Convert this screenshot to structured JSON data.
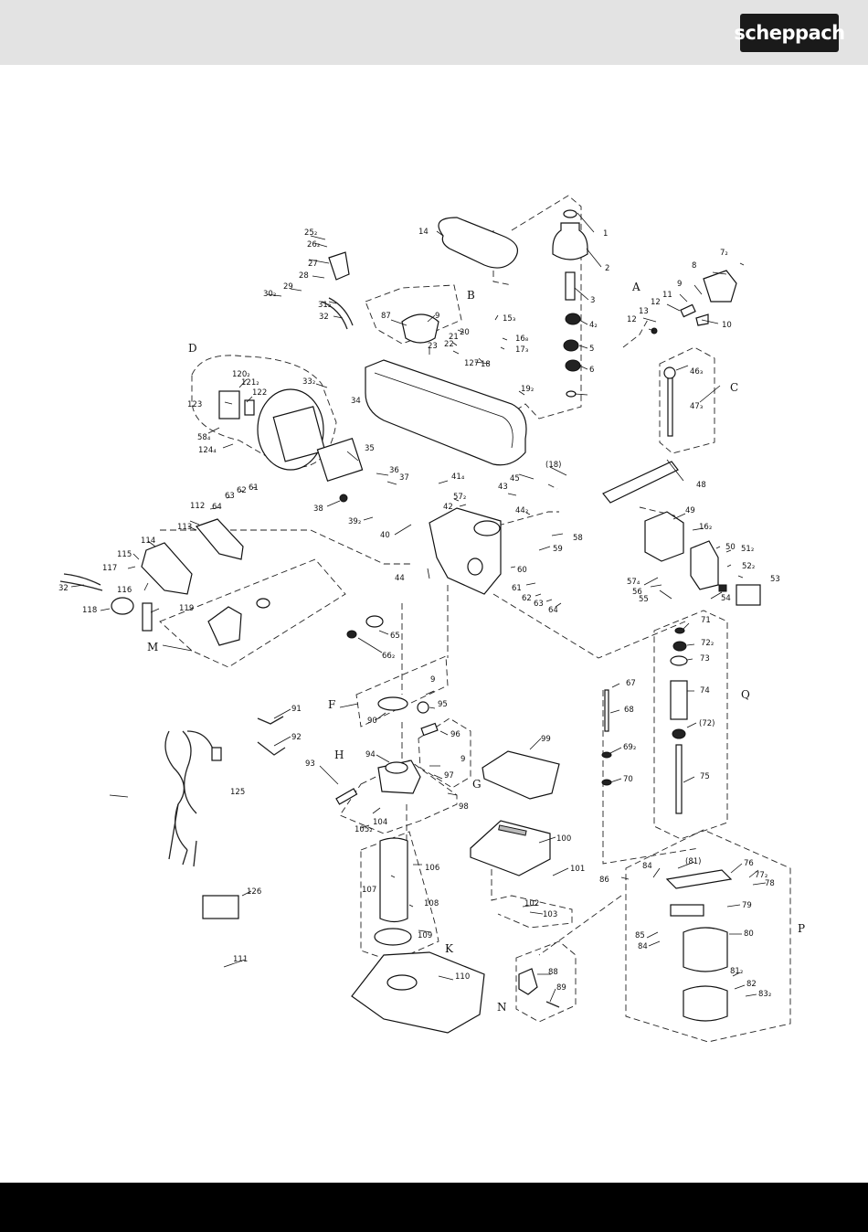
{
  "header": {
    "brand": "scheppach"
  },
  "diagram": {
    "groups": {
      "A": "A",
      "B": "B",
      "C": "C",
      "D": "D",
      "F": "F",
      "G": "G",
      "H": "H",
      "K": "K",
      "M": "M",
      "N": "N",
      "P": "P",
      "Q": "Q"
    },
    "labels": {
      "p1": "1",
      "p2": "2",
      "p3": "3",
      "p4": "4₂",
      "p5": "5",
      "p6": "6",
      "p7": "7₂",
      "p8": "8",
      "p9": "9",
      "p10": "10",
      "p11": "11",
      "p12a": "12",
      "p12b": "12",
      "p13": "13",
      "p14": "14",
      "p15": "15₃",
      "p16a": "16₈",
      "p17": "17₃",
      "p18": "18",
      "p19": "19₂",
      "p20": "20",
      "p21": "21",
      "p22": "22",
      "p23": "23",
      "p25": "25₂",
      "p26": "26₂",
      "p27": "27",
      "p28": "28",
      "p29": "29",
      "p30": "30₂",
      "p31": "31₂",
      "p32a": "32",
      "p33": "33₂",
      "p34": "34",
      "p35": "35",
      "p36": "36",
      "p37": "37",
      "p38": "38",
      "p39": "39₂",
      "p40": "40",
      "p41": "41₄",
      "p42": "42",
      "p43": "43",
      "p44a": "44₂",
      "p44b": "44",
      "p45": "45",
      "p18b": "(18)",
      "p46": "46₃",
      "p47": "47₃",
      "p48": "48",
      "p49": "49",
      "p16b": "16₂",
      "p50": "50",
      "p51": "51₂",
      "p52": "52₂",
      "p53": "53",
      "p54": "54",
      "p55": "55",
      "p56": "56",
      "p57a": "57₂",
      "p57b": "57₄",
      "p58": "58",
      "p59": "59",
      "p60": "60",
      "p61a": "61",
      "p62a": "62",
      "p63a": "63",
      "p64a": "64",
      "p58b": "58₄",
      "p124": "124₄",
      "p120": "120₂",
      "p121": "121₂",
      "p122": "122",
      "p123": "123",
      "p87": "87",
      "p9b": "9",
      "p127": "127",
      "p112": "112",
      "p113": "113",
      "p114": "114",
      "p115": "115",
      "p116": "116",
      "p117": "117",
      "p118": "118",
      "p119": "119",
      "p32b": "32",
      "p64b": "64",
      "p63b": "63",
      "p62b": "62",
      "p61b": "61",
      "p65": "65",
      "p66": "66₂",
      "p71": "71",
      "p72": "72₂",
      "p73": "73",
      "p74": "74",
      "p72b": "(72)",
      "p75": "75",
      "p67": "67",
      "p68": "68",
      "p69": "69₂",
      "p70": "70",
      "p90": "90",
      "p9c": "9",
      "p95": "95",
      "p91": "91",
      "p92": "92",
      "p93": "93",
      "p94": "94",
      "p96": "96",
      "p9d": "9",
      "p97": "97",
      "p98": "98",
      "p99": "99",
      "p100": "100",
      "p101": "101",
      "p104": "104",
      "p105": "105₂",
      "p106": "106",
      "p107": "107",
      "p108": "108",
      "p109": "109",
      "p110": "110",
      "p102": "102",
      "p103": "103",
      "p125": "125",
      "p126": "126",
      "p111": "111",
      "p88": "88",
      "p89": "89",
      "p81": "(81)",
      "p76": "76",
      "p77": "77₂",
      "p78": "78",
      "p79": "79",
      "p84a": "84",
      "p84b": "84",
      "p85": "85",
      "p80": "80",
      "p86": "86",
      "p81b": "81₂",
      "p82": "82",
      "p83": "83₂"
    }
  }
}
